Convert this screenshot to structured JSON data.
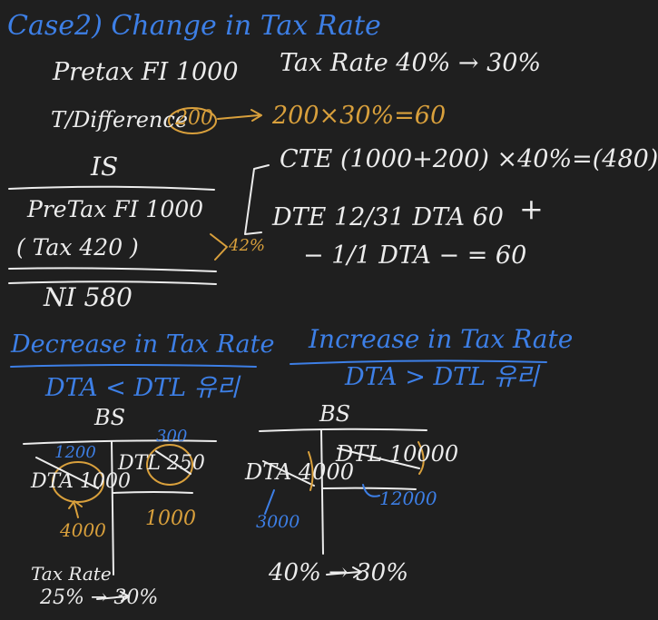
{
  "colors": {
    "background": "#1f1f1f",
    "white_ink": "#ececec",
    "blue_ink": "#3d7fe6",
    "orange_ink": "#d9a03c"
  },
  "case2": {
    "title": "Case2) Change in Tax Rate",
    "pretax_fi": "Pretax FI 1000",
    "tax_rate_change": "Tax Rate 40% → 30%",
    "t_difference_label": "T/Difference",
    "t_difference_value": "200",
    "t_difference_calc": "200×30%=60",
    "is_heading": "IS",
    "is_pretax": "PreTax FI 1000",
    "is_tax": "( Tax 420 )",
    "is_tax_pct": "42%",
    "is_ni": "NI 580",
    "cte_line": "CTE (1000+200) ×40%=(480)",
    "dte_line1": "DTE 12/31 DTA 60",
    "dte_line2": "− 1/1 DTA − = 60",
    "plus_mark": "+"
  },
  "decrease": {
    "title": "Decrease in Tax Rate",
    "subtitle": "DTA < DTL 유리",
    "bs_label": "BS",
    "dta_text": "DTA 1000",
    "dta_blue": "1200",
    "dta_orange": "4000",
    "dtl_text": "DTL 250",
    "dtl_blue": "300",
    "dtl_orange": "1000",
    "tax_rate_label": "Tax Rate",
    "tax_rate_change": "25% → 30%"
  },
  "increase": {
    "title": "Increase in Tax Rate",
    "subtitle": "DTA > DTL 유리",
    "bs_label": "BS",
    "dta_text": "DTA 4000",
    "dta_blue": "3000",
    "dtl_text": "DTL 10000",
    "dtl_blue": "12000",
    "tax_rate_change": "40% → 30%"
  }
}
